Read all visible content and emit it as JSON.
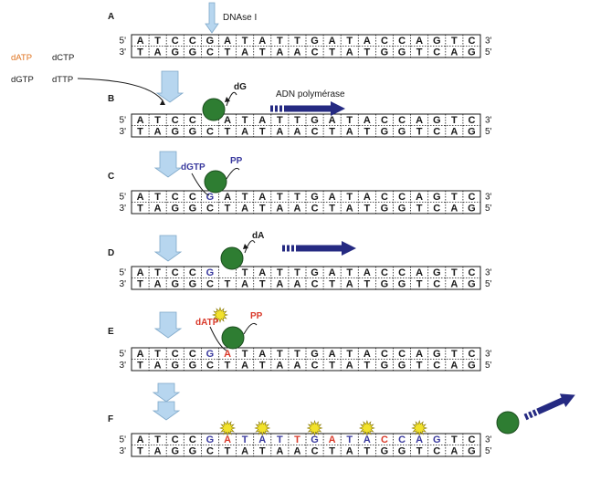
{
  "panels": [
    {
      "label": "A",
      "top": "ATCCGATATTGATACCAGTC",
      "bottom": "TAGGCTATAACTATGGTCAG",
      "gap": -1,
      "topColors": "",
      "marker": "DNAse I"
    },
    {
      "label": "B",
      "top": "ATCCGATATTGATACCAGTC",
      "bottom": "TAGGCTATAACTATGGTCAG",
      "gap": 4,
      "topColors": "",
      "notes": [
        "dG",
        "ADN polymérase"
      ]
    },
    {
      "label": "C",
      "top": "ATCCGATATTGATACCAGTC",
      "bottom": "TAGGCTATAACTATGGTCAG",
      "gap": -1,
      "topColors": "....b...............",
      "notes": [
        "dGTP",
        "PP"
      ]
    },
    {
      "label": "D",
      "top": "ATCCGATATTGATACCAGTC",
      "bottom": "TAGGCTATAACTATGGTCAG",
      "gap": 5,
      "topColors": "....b...............",
      "notes": [
        "dA"
      ]
    },
    {
      "label": "E",
      "top": "ATCCGATATTGATACCAGTC",
      "bottom": "TAGGCTATAACTATGGTCAG",
      "gap": -1,
      "topColors": "....br..............",
      "notes": [
        "dATP",
        "PP"
      ]
    },
    {
      "label": "F",
      "top": "ATCCGATATTGATACCAGTC",
      "bottom": "TAGGCTATAACTATGGTCAG",
      "gap": -1,
      "topColors": "....brbbbrbrbbrbbb",
      "notes": []
    }
  ],
  "end5": "5'",
  "end3": "3'",
  "nucleotides": {
    "a": "dATP",
    "b": "dCTP",
    "c": "dGTP",
    "d": "dTTP"
  },
  "colors": {
    "dark": "#1a1a1a",
    "blue": "#3a3a9e",
    "red": "#d93a2b",
    "orange": "#e0731f",
    "polymerase": "#2e7d32",
    "arrow": "#252a82",
    "down": "#b7d6ef",
    "starburst": "#f2e22b"
  }
}
